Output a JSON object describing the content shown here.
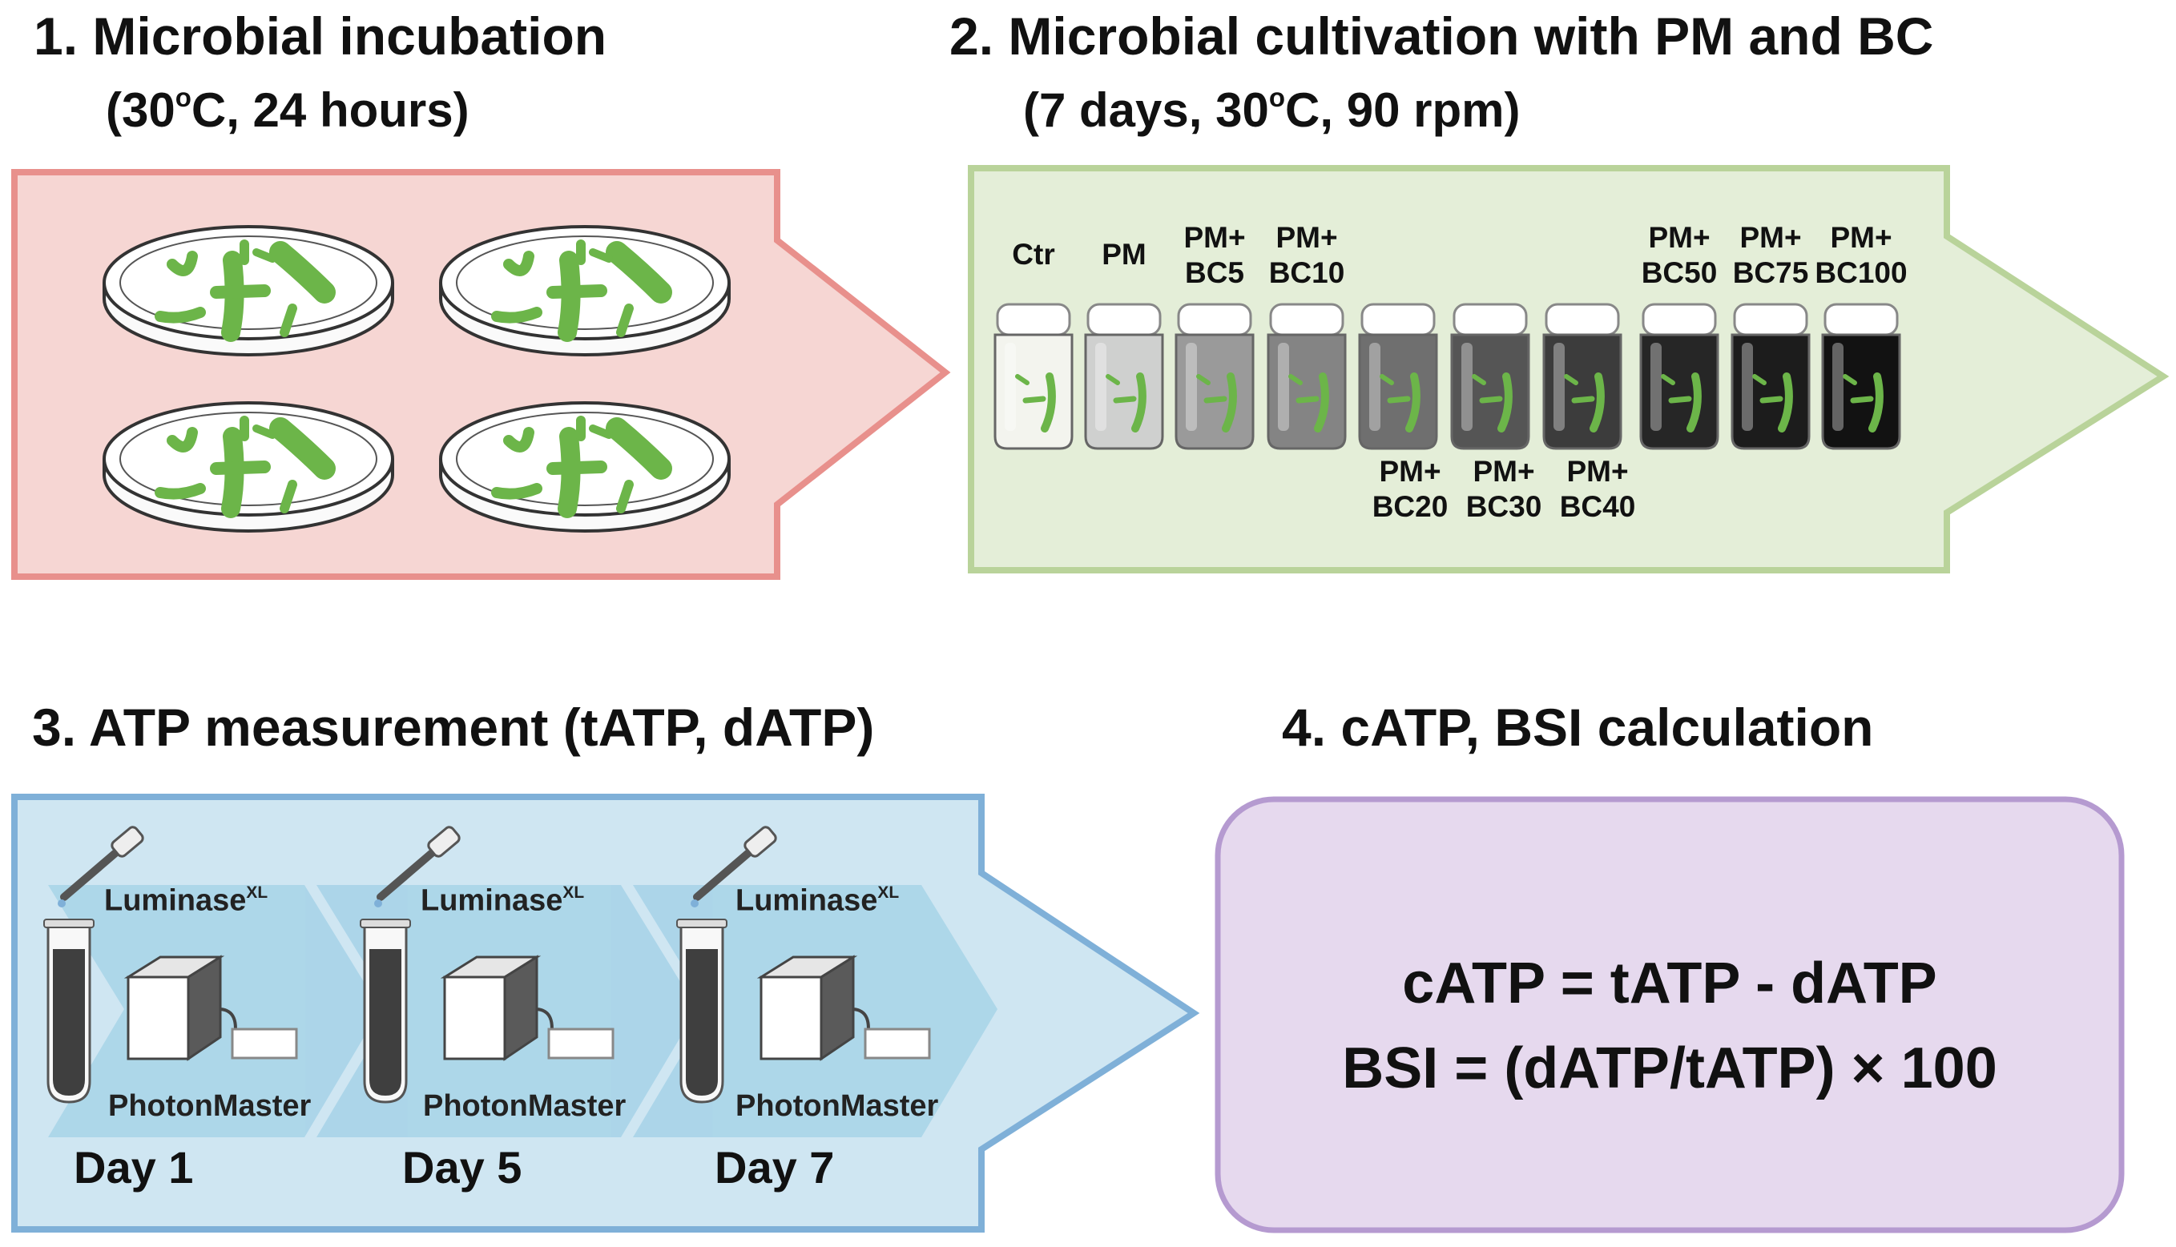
{
  "steps": [
    {
      "title": "1. Microbial  incubation",
      "subtitle_pre": "(30",
      "subtitle_sup": "o",
      "subtitle_post": "C, 24 hours)",
      "arrow_color": "#e8908c",
      "fill_color": "#f6d6d3"
    },
    {
      "title": "2. Microbial  cultivation with PM and BC",
      "subtitle_pre": "(7 days, 30",
      "subtitle_sup": "o",
      "subtitle_post": "C, 90 rpm)",
      "arrow_color": "#b9d39a",
      "fill_color": "#e4eed8"
    },
    {
      "title": "3. ATP  measurement  (tATP, dATP)",
      "arrow_color": "#7fb0d8",
      "fill_color": "#cfe6f2"
    },
    {
      "title": "4. cATP,  BSI  calculation",
      "box_border": "#b59ad0",
      "box_fill": "#e6d9ee"
    }
  ],
  "vials": [
    {
      "label_1": "Ctr",
      "label_2": ""
    },
    {
      "label_1": "PM",
      "label_2": ""
    },
    {
      "label_1": "PM+",
      "label_2": "BC5"
    },
    {
      "label_1": "PM+",
      "label_2": "BC10"
    },
    {
      "label_1": "PM+",
      "label_2": "BC20"
    },
    {
      "label_1": "PM+",
      "label_2": "BC30"
    },
    {
      "label_1": "PM+",
      "label_2": "BC40"
    },
    {
      "label_1": "PM+",
      "label_2": "BC50"
    },
    {
      "label_1": "PM+",
      "label_2": "BC75"
    },
    {
      "label_1": "PM+",
      "label_2": "BC100"
    }
  ],
  "measurement": {
    "reagent": "Luminase",
    "reagent_sup": "XL",
    "instrument": "PhotonMaster",
    "days": [
      "Day  1",
      "Day  5",
      "Day  7"
    ]
  },
  "formulas": {
    "line_1": "cATP = tATP - dATP",
    "line_2": "BSI = (dATP/tATP)  ×  100"
  },
  "colors": {
    "microbe": "#6cb549",
    "microbe_stroke": "#4a8a2e"
  }
}
